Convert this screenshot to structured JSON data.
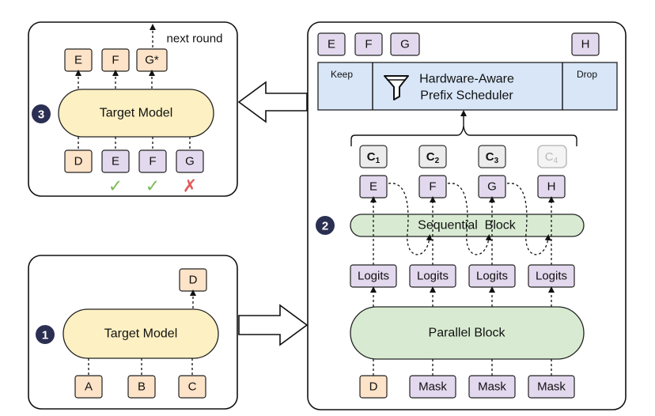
{
  "colors": {
    "draft_token": "#fde3c8",
    "predicted_token": "#e3d9ee",
    "target_model": "#fdf0c2",
    "block": "#d8ebd2",
    "scheduler": "#d8e6f8",
    "step_badge": "#2b2f52",
    "accept": "#7dbb5a",
    "reject": "#e05a5a"
  },
  "panel1": {
    "step": "1",
    "model_label": "Target Model",
    "inputs": [
      "A",
      "B",
      "C"
    ],
    "output": "D"
  },
  "panel2": {
    "step": "2",
    "top_tokens": [
      "E",
      "F",
      "G"
    ],
    "dropped_token": "H",
    "scheduler": {
      "keep_label": "Keep",
      "title_line1": "Hardware-Aware",
      "title_line2": "Prefix Scheduler",
      "drop_label": "Drop",
      "icon": "funnel-icon"
    },
    "candidates": [
      {
        "label": "C",
        "sub": "1"
      },
      {
        "label": "C",
        "sub": "2"
      },
      {
        "label": "C",
        "sub": "3"
      },
      {
        "label": "C",
        "sub": "4"
      }
    ],
    "predicted": [
      "E",
      "F",
      "G",
      "H"
    ],
    "sequential_label": "Sequential  Block",
    "logits_label": "Logits",
    "parallel_label": "Parallel Block",
    "inputs": [
      "D",
      "Mask",
      "Mask",
      "Mask"
    ]
  },
  "panel3": {
    "step": "3",
    "model_label": "Target Model",
    "next_round": "next round",
    "outputs": [
      "E",
      "F",
      "G*"
    ],
    "inputs": [
      "D",
      "E",
      "F",
      "G"
    ],
    "verdicts": [
      "check",
      "check",
      "cross"
    ]
  }
}
